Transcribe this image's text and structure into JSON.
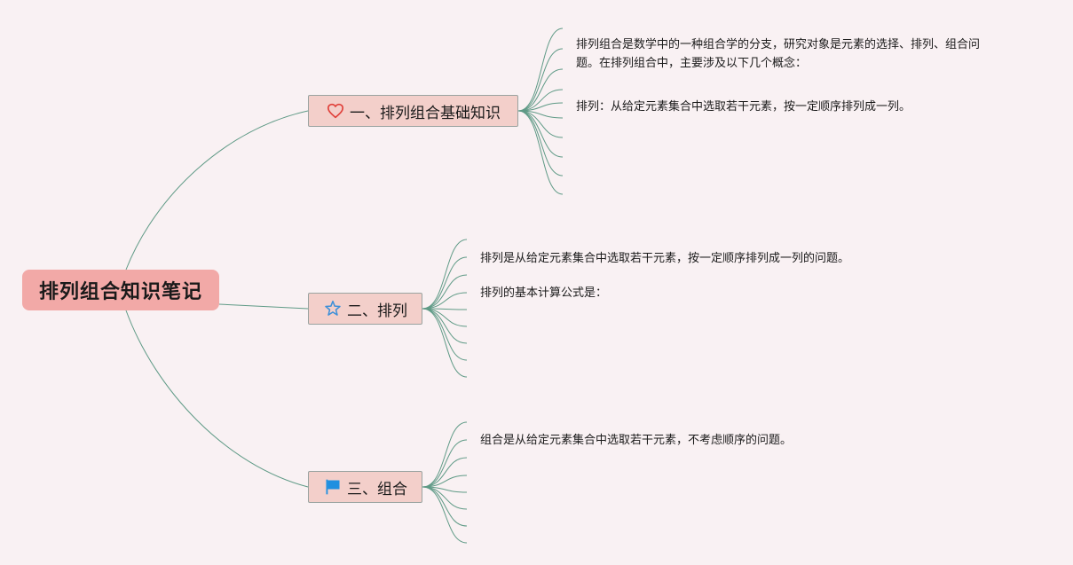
{
  "central_topic": "排列组合知识笔记",
  "branches": [
    {
      "title": "一、排列组合基础知识",
      "icon": "heart-icon",
      "icon_color": "#e0403a",
      "notes": [
        "排列组合是数学中的一种组合学的分支，研究对象是元素的选择、排列、组合问",
        "题。在排列组合中，主要涉及以下几个概念：",
        "排列：从给定元素集合中选取若干元素，按一定顺序排列成一列。"
      ]
    },
    {
      "title": "二、排列",
      "icon": "star-icon",
      "icon_color": "#3c8fd8",
      "notes": [
        "排列是从给定元素集合中选取若干元素，按一定顺序排列成一列的问题。",
        "排列的基本计算公式是："
      ]
    },
    {
      "title": "三、组合",
      "icon": "flag-icon",
      "icon_color": "#1f8fe0",
      "notes": [
        "组合是从给定元素集合中选取若干元素，不考虑顺序的问题。"
      ]
    }
  ],
  "colors": {
    "background": "#f9f1f3",
    "root_fill": "#f2a9a7",
    "branch_fill": "#f3cfca",
    "connector": "#5f9a86"
  }
}
